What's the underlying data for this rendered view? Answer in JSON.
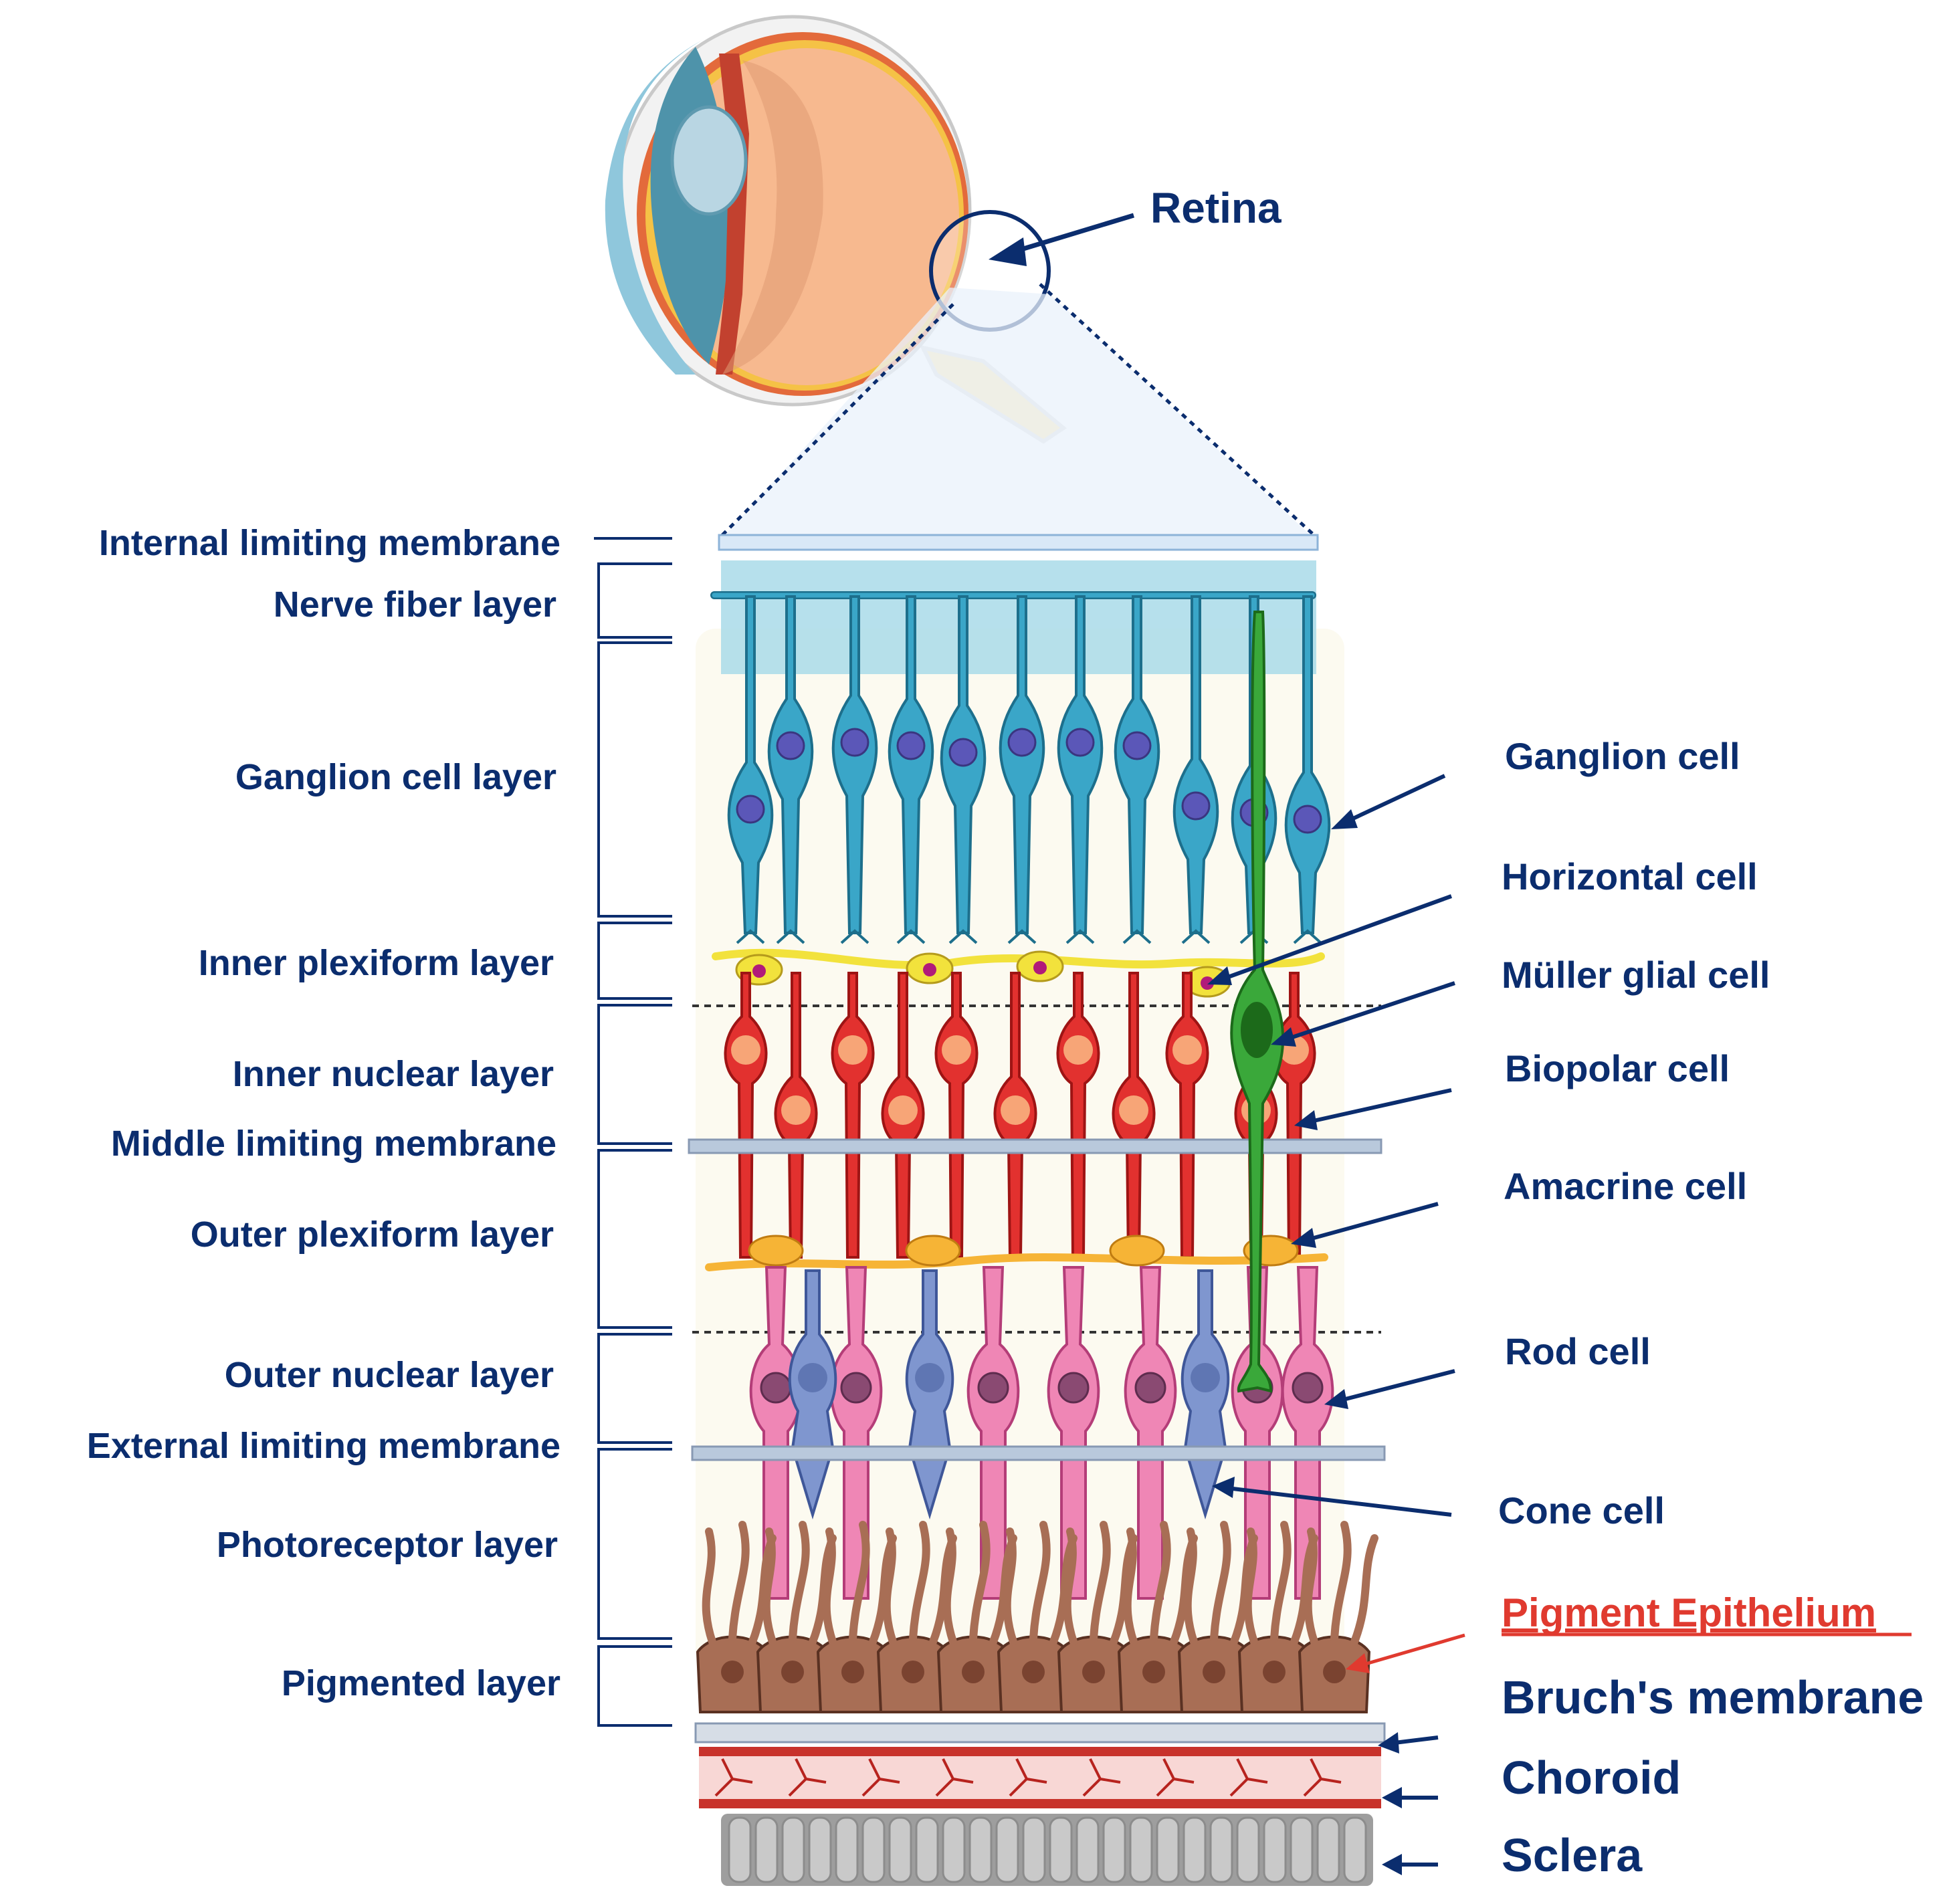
{
  "colors": {
    "label": "#0b2d6e",
    "pigment_label": "#e03a2f",
    "ganglion": "#3aa6c8",
    "ganglion_dark": "#1d6f8c",
    "nucleus": "#5b57b8",
    "bipolar": "#e2312f",
    "bipolar_dark": "#9e1414",
    "bipolar_nucleus": "#f7a577",
    "horizontal": "#f2e23c",
    "amacrine": "#f6b436",
    "rod": "#ef86b5",
    "rod_dark": "#b43d78",
    "cone": "#7f96cf",
    "cone_dark": "#3f5799",
    "muller": "#2f9a2a",
    "pigment": "#a86e55",
    "pigment_dark": "#5a3122",
    "nerve_fiber": "#a9dbe9",
    "membrane": "#b9c9dc",
    "choroid": "#c8322b",
    "sclera": "#c9c9c9",
    "eye_body": "#f7b98f",
    "lens": "#b9d6e3"
  },
  "eye": {
    "title": "Retina"
  },
  "layer_labels": [
    {
      "id": "ilm",
      "text": "Internal limiting membrane"
    },
    {
      "id": "nfl",
      "text": "Nerve fiber layer"
    },
    {
      "id": "gcl",
      "text": "Ganglion cell layer"
    },
    {
      "id": "ipl",
      "text": "Inner plexiform layer"
    },
    {
      "id": "inl",
      "text": "Inner nuclear layer"
    },
    {
      "id": "mlm",
      "text": "Middle limiting membrane"
    },
    {
      "id": "opl",
      "text": "Outer plexiform layer"
    },
    {
      "id": "onl",
      "text": "Outer nuclear layer"
    },
    {
      "id": "elm",
      "text": "External limiting membrane"
    },
    {
      "id": "prl",
      "text": "Photoreceptor layer"
    },
    {
      "id": "pl",
      "text": "Pigmented layer"
    }
  ],
  "cell_labels": [
    {
      "id": "ganglion",
      "text": "Ganglion cell"
    },
    {
      "id": "horizontal",
      "text": "Horizontal cell"
    },
    {
      "id": "muller",
      "text": "Müller glial cell"
    },
    {
      "id": "bipolar",
      "text": "Biopolar cell"
    },
    {
      "id": "amacrine",
      "text": "Amacrine cell"
    },
    {
      "id": "rod",
      "text": "Rod cell"
    },
    {
      "id": "cone",
      "text": "Cone cell"
    }
  ],
  "tissue_labels": [
    {
      "id": "pigment",
      "text": "Pigment Epithelium"
    },
    {
      "id": "bruch",
      "text": "Bruch's membrane"
    },
    {
      "id": "choroid",
      "text": "Choroid"
    },
    {
      "id": "sclera",
      "text": "Sclera"
    }
  ]
}
